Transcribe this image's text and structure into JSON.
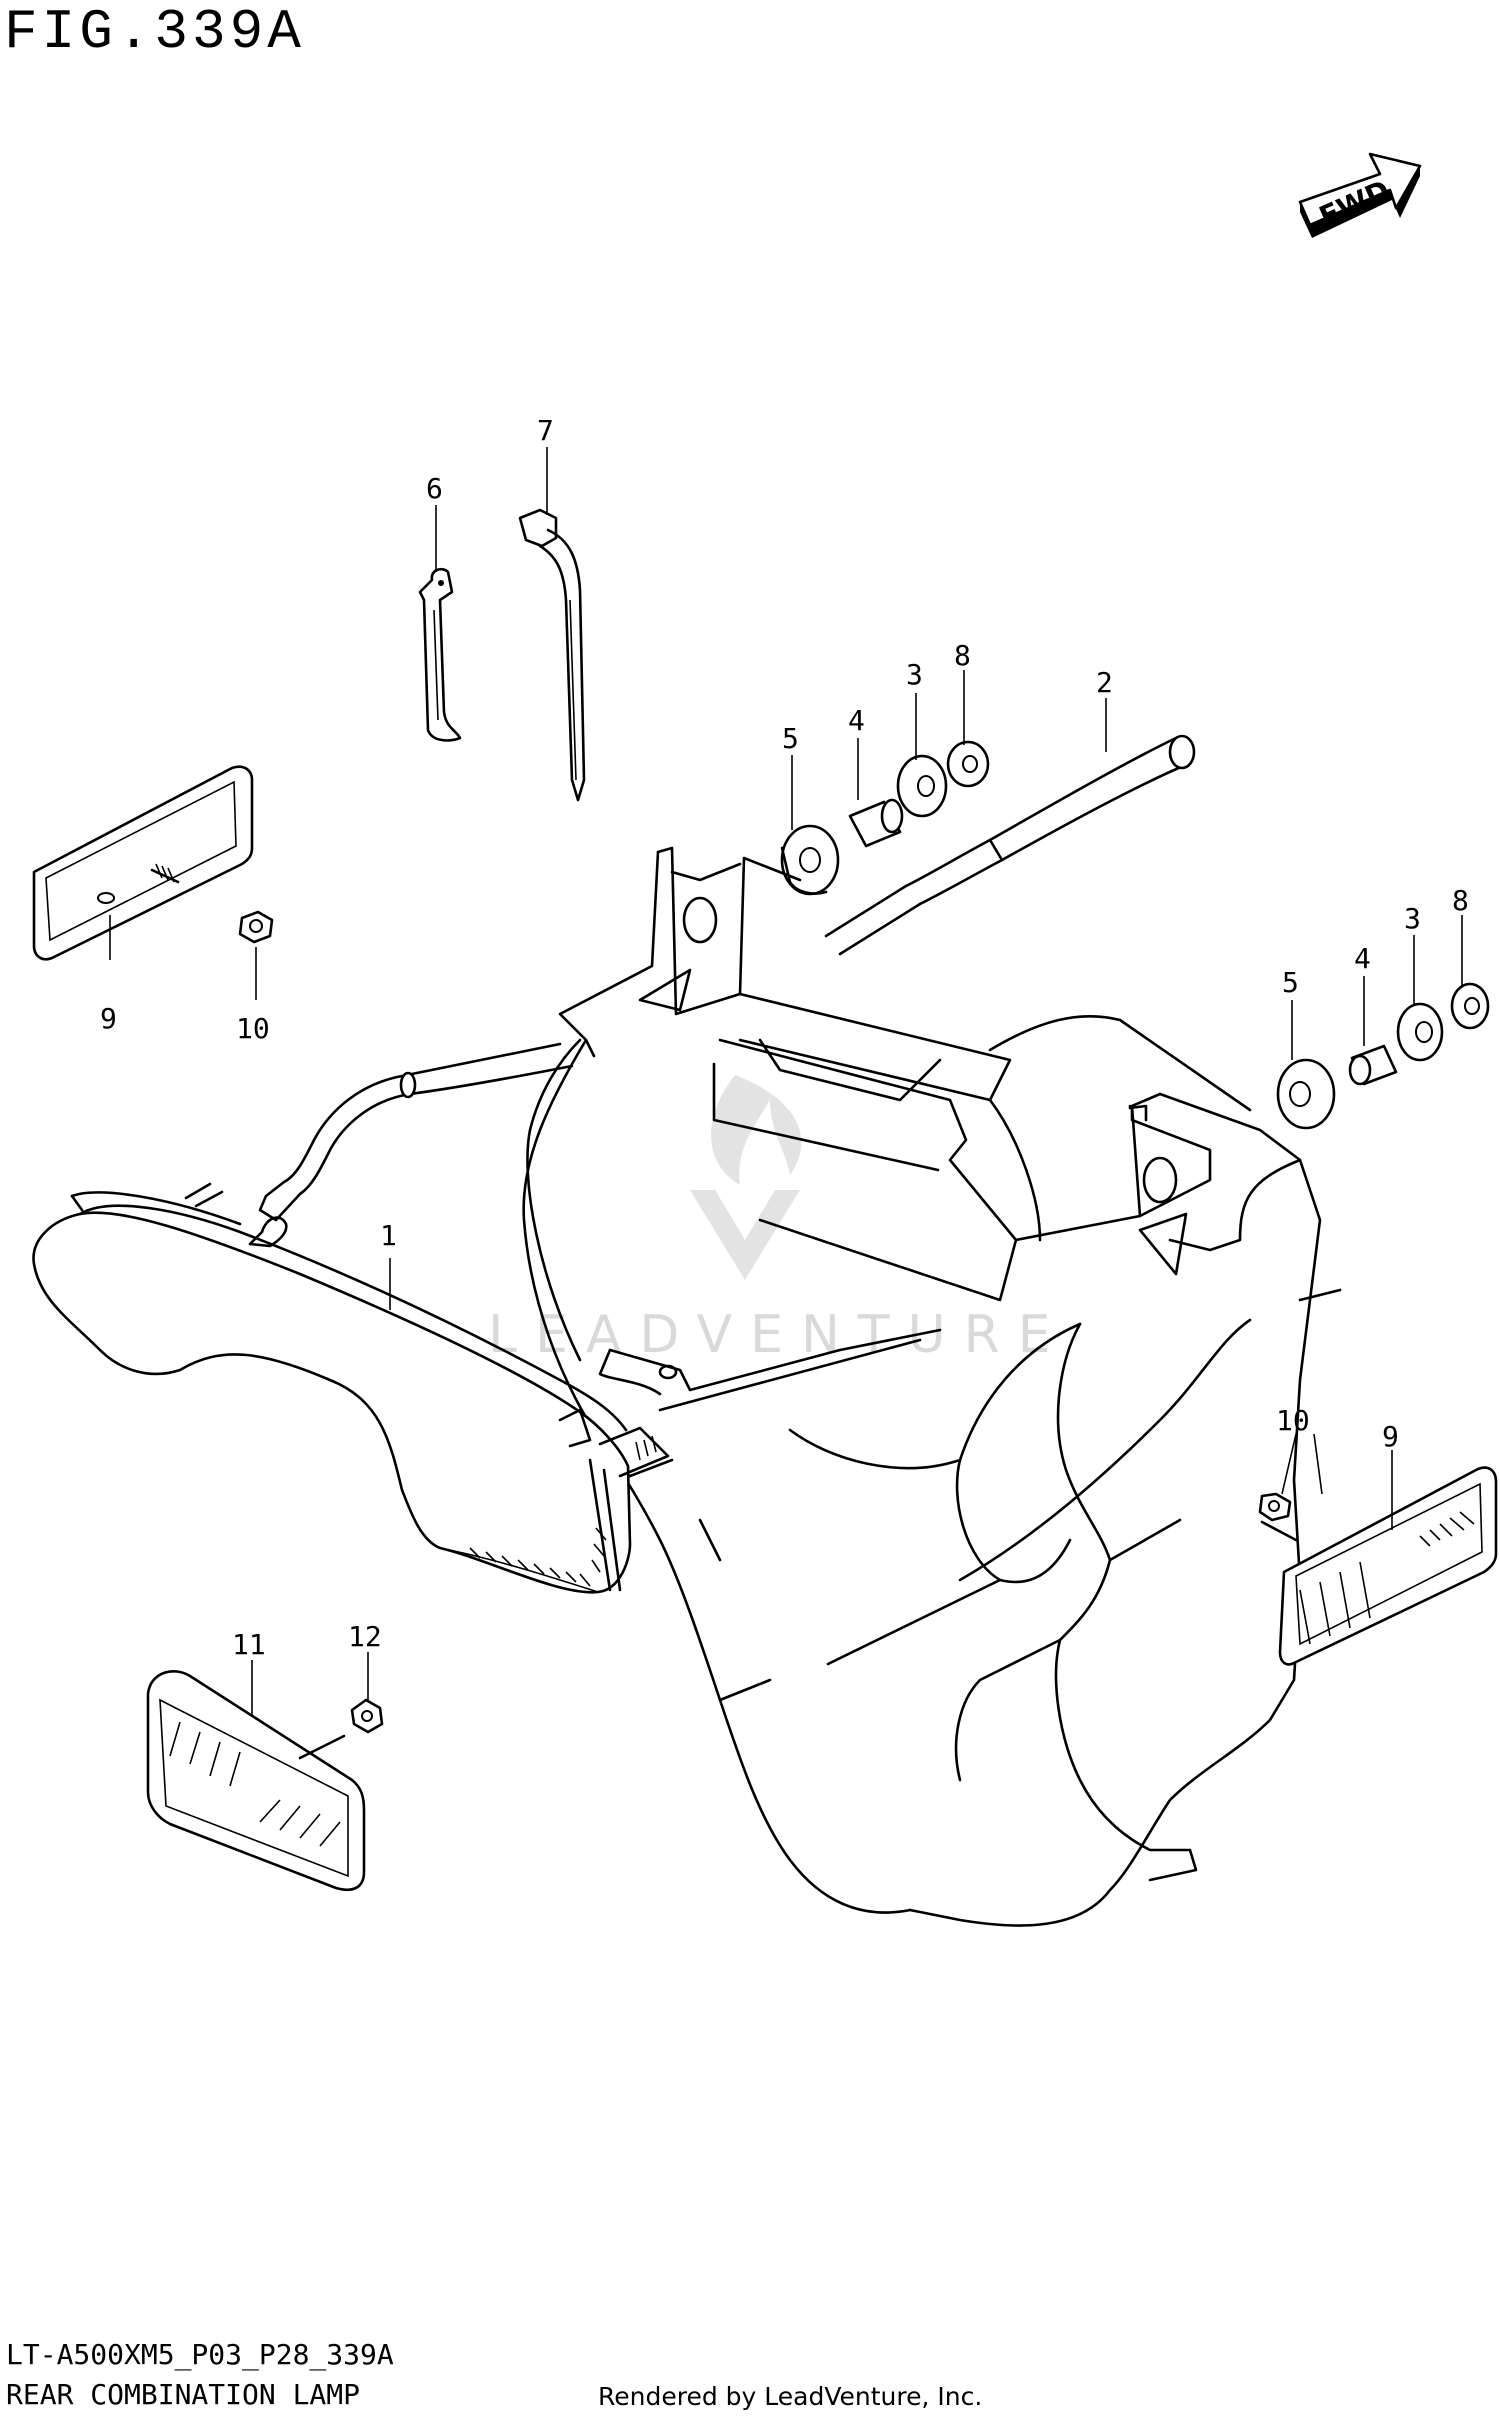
{
  "header": {
    "figure_title": "FIG.339A"
  },
  "footer": {
    "model_code": "LT-A500XM5_P03_P28_339A",
    "diagram_name": "REAR COMBINATION LAMP",
    "render_credit": "Rendered by LeadVenture, Inc."
  },
  "fwd_badge": {
    "label": "FWD"
  },
  "watermark": {
    "text": "LEADVENTURE"
  },
  "callouts": [
    {
      "id": "c1",
      "label": "1"
    },
    {
      "id": "c2",
      "label": "2"
    },
    {
      "id": "c3a",
      "label": "3"
    },
    {
      "id": "c3b",
      "label": "3"
    },
    {
      "id": "c4a",
      "label": "4"
    },
    {
      "id": "c4b",
      "label": "4"
    },
    {
      "id": "c5a",
      "label": "5"
    },
    {
      "id": "c5b",
      "label": "5"
    },
    {
      "id": "c6",
      "label": "6"
    },
    {
      "id": "c7",
      "label": "7"
    },
    {
      "id": "c8a",
      "label": "8"
    },
    {
      "id": "c8b",
      "label": "8"
    },
    {
      "id": "c9a",
      "label": "9"
    },
    {
      "id": "c9b",
      "label": "9"
    },
    {
      "id": "c10a",
      "label": "10"
    },
    {
      "id": "c10b",
      "label": "10"
    },
    {
      "id": "c11",
      "label": "11"
    },
    {
      "id": "c12",
      "label": "12"
    }
  ]
}
